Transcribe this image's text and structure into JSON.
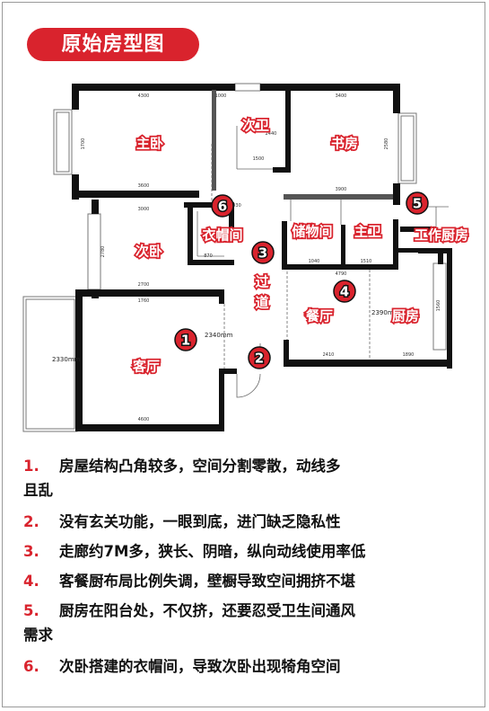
{
  "title": "原始房型图",
  "rooms": {
    "master_bedroom": "主卧",
    "second_bath": "次卫",
    "study": "书房",
    "wardrobe": "衣帽间",
    "storage": "储物间",
    "master_bath": "主卫",
    "work_kitchen": "工作厨房",
    "second_bedroom": "次卧",
    "corridor_1": "过",
    "corridor_2": "道",
    "dining": "餐厅",
    "kitchen": "厨房",
    "living": "客厅"
  },
  "badges": [
    "1",
    "2",
    "3",
    "4",
    "5",
    "6"
  ],
  "dimensions": {
    "d1": "4300",
    "d2": "1000",
    "d3": "3400",
    "d4": "1700",
    "d5": "2580",
    "d6": "3600",
    "d7": "1500",
    "d8": "3900",
    "d9": "3000",
    "d10": "870",
    "d11": "1040",
    "d12": "1510",
    "d13": "2780",
    "d14": "2700",
    "d15": "4790",
    "d16": "2390mm",
    "d17": "2330mm",
    "d18": "2340mm",
    "d19": "4600",
    "d20": "2410",
    "d21": "1890",
    "d22": "1760",
    "d23": "1560",
    "d24": "930",
    "d25": "2440"
  },
  "notes": [
    {
      "num": "1.",
      "line1": "房屋结构凸角较多，空间分割零散，动线多",
      "line2": "且乱"
    },
    {
      "num": "2.",
      "line1": "没有玄关功能，一眼到底，进门缺乏隐私性"
    },
    {
      "num": "3.",
      "line1": "走廊约7M多，狭长、阴暗，纵向动线使用率低"
    },
    {
      "num": "4.",
      "line1": "客餐厨布局比例失调，壁橱导致空间拥挤不堪"
    },
    {
      "num": "5.",
      "line1": "厨房在阳台处，不仅挤，还要忍受卫生间通风",
      "line2": "需求"
    },
    {
      "num": "6.",
      "line1": "次卧搭建的衣帽间，导致次卧出现犄角空间"
    }
  ]
}
